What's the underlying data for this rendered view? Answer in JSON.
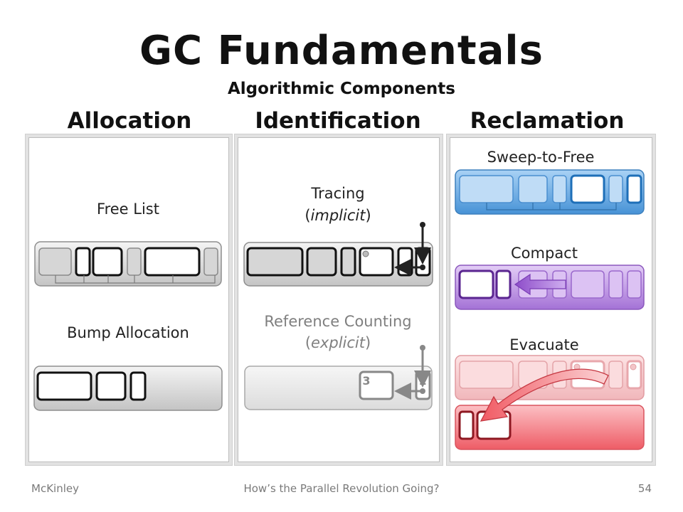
{
  "slide": {
    "title": "GC Fundamentals",
    "subtitle": "Algorithmic Components"
  },
  "columns": {
    "allocation": {
      "heading": "Allocation",
      "free_list_label": "Free List",
      "bump_label": "Bump Allocation"
    },
    "identification": {
      "heading": "Identification",
      "tracing_label": "Tracing",
      "tracing_sub": "implicit",
      "refcount_label": "Reference Counting",
      "refcount_sub": "explicit",
      "refcount_values": [
        "3",
        "1"
      ]
    },
    "reclamation": {
      "heading": "Reclamation",
      "sweep_label": "Sweep-to-Free",
      "compact_label": "Compact",
      "evacuate_label": "Evacuate"
    }
  },
  "footer": {
    "author": "McKinley",
    "talk_title": "How’s the Parallel Revolution Going?",
    "page_number": "54"
  },
  "colors": {
    "gray_bar": "#d4d4d4",
    "blue_bar": "#5aa2e0",
    "blue_outline": "#2e7bc0",
    "purple_bar": "#b98ee0",
    "purple_outline": "#6a2f9c",
    "pink_bar": "#f7c9cc",
    "red_bar": "#f27c84",
    "red_outline": "#a0202a"
  }
}
